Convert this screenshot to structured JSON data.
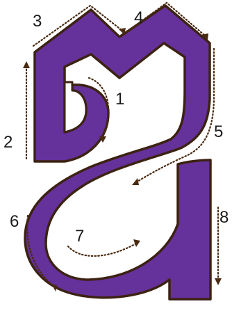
{
  "figure": {
    "glyph_fill": "#65319a",
    "glyph_outline": "#3c2212",
    "guide_color": "#4a2b12",
    "strokes": [
      {
        "order": "1",
        "direction": "clockwise hook"
      },
      {
        "order": "2",
        "direction": "up"
      },
      {
        "order": "3",
        "direction": "right-down"
      },
      {
        "order": "4",
        "direction": "right-down"
      },
      {
        "order": "5",
        "direction": "down-left"
      },
      {
        "order": "6",
        "direction": "down-right"
      },
      {
        "order": "7",
        "direction": "right"
      },
      {
        "order": "8",
        "direction": "down"
      }
    ]
  }
}
